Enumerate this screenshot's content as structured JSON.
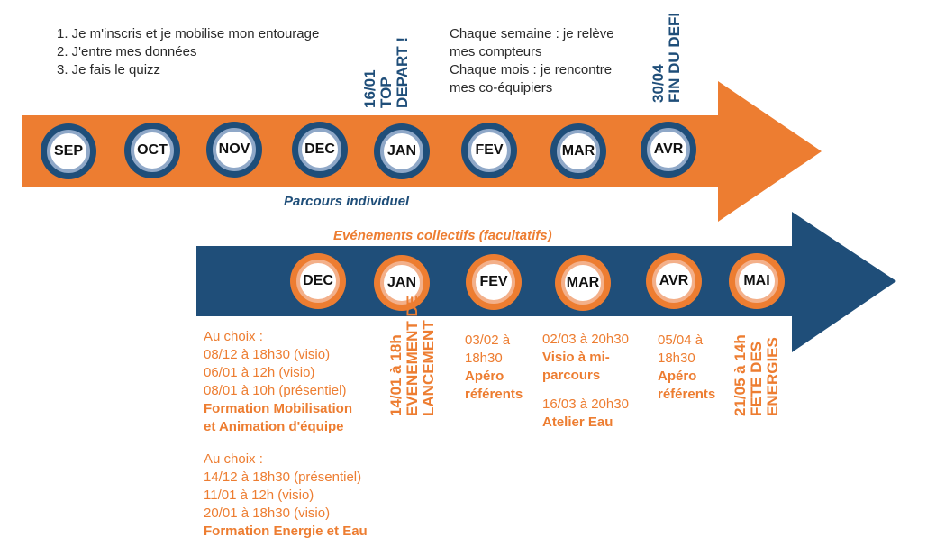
{
  "top_steps": [
    "1. Je m'inscris et je mobilise mon entourage",
    "2. J'entre mes données",
    "3. Je fais le quizz"
  ],
  "top_depart": [
    "16/01",
    "TOP",
    "DEPART !"
  ],
  "top_weekly": [
    "Chaque semaine : je relève",
    "mes compteurs",
    "Chaque mois : je rencontre",
    "mes co-équipiers"
  ],
  "top_fin": [
    "30/04",
    "FIN DU DEFI"
  ],
  "top_months": [
    "SEP",
    "OCT",
    "NOV",
    "DEC",
    "JAN",
    "FEV",
    "MAR",
    "AVR"
  ],
  "top_label": "Parcours individuel",
  "bottom_title": "Evénements collectifs (facultatifs)",
  "bottom_months": [
    "DEC",
    "JAN",
    "FEV",
    "MAR",
    "AVR",
    "MAI"
  ],
  "dec_block": {
    "intro1": "Au choix :",
    "dates1": [
      "08/12 à 18h30 (visio)",
      "06/01 à 12h (visio)",
      "08/01 à 10h (présentiel)"
    ],
    "title1": [
      "Formation Mobilisation",
      "et Animation d'équipe"
    ],
    "intro2": "Au choix :",
    "dates2": [
      "14/12 à 18h30 (présentiel)",
      "11/01 à 12h (visio)",
      "20/01 à 18h30 (visio)"
    ],
    "title2": "Formation Energie et Eau"
  },
  "jan_event": [
    "14/01 à 18h",
    "EVENEMENT DE",
    "LANCEMENT"
  ],
  "fev_event": {
    "date": [
      "03/02 à",
      "18h30"
    ],
    "title": [
      "Apéro",
      "référents"
    ]
  },
  "mar_event": {
    "date1": "02/03 à 20h30",
    "title1": [
      "Visio à mi-",
      "parcours"
    ],
    "date2": "16/03 à 20h30",
    "title2": "Atelier Eau"
  },
  "avr_event": {
    "date": [
      "05/04 à",
      "18h30"
    ],
    "title": [
      "Apéro",
      "référents"
    ]
  },
  "mai_event": [
    "21/05 à 14h",
    "FETE DES",
    "ENERGIES"
  ],
  "colors": {
    "orange": "#ed7d31",
    "blue": "#1f4e79"
  }
}
